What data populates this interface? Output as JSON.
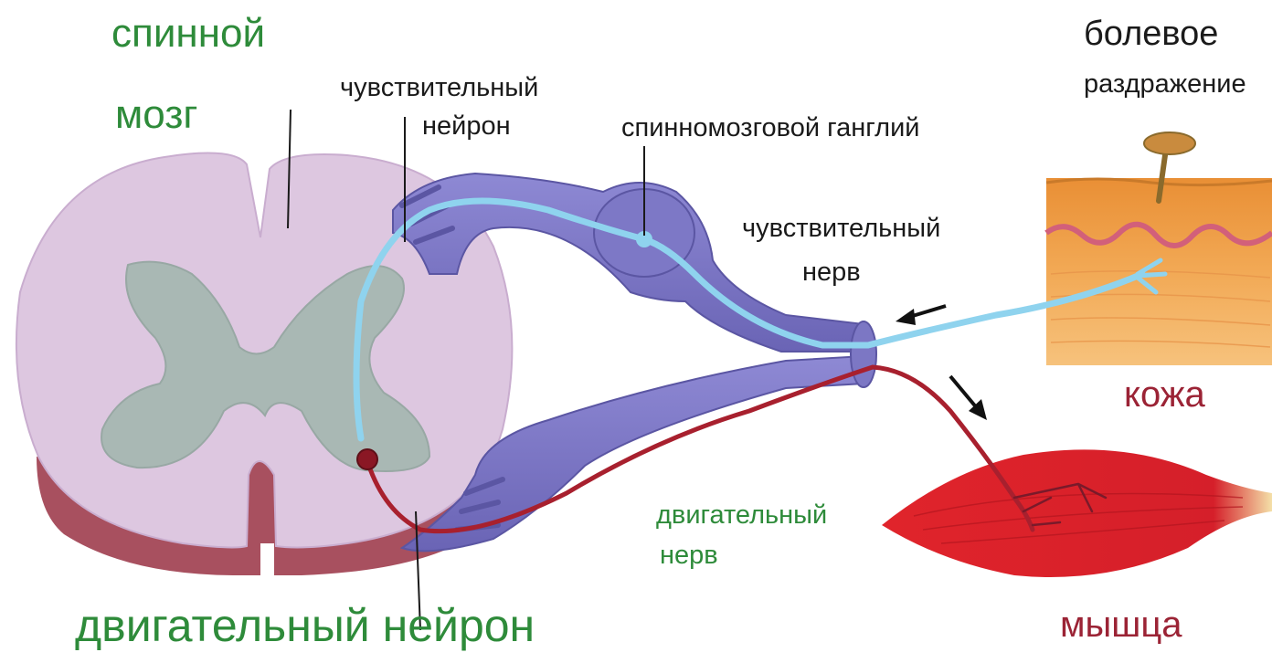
{
  "labels": {
    "spinal_cord_line1": "спинной",
    "spinal_cord_line2": "мозг",
    "sensory_neuron_line1": "чувствительный",
    "sensory_neuron_line2": "нейрон",
    "spinal_ganglion": "спинномозговой ганглий",
    "sensory_nerve_line1": "чувствительный",
    "sensory_nerve_line2": "нерв",
    "pain_stimulus_line1": "болевое",
    "pain_stimulus_line2": "раздражение",
    "skin": "кожа",
    "motor_nerve_line1": "двигательный",
    "motor_nerve_line2": "нерв",
    "motor_neuron": "двигательный нейрон",
    "muscle": "мышца"
  },
  "colors": {
    "white_matter": "#ddc7e0",
    "grey_matter": "#a9b8b4",
    "nerve_root": "#7c77c4",
    "sensory_fiber": "#8fd3ee",
    "motor_fiber": "#a8202e",
    "skin": "#f0a24a",
    "muscle": "#d8242c",
    "label_green": "#2e8b3a",
    "label_maroon": "#9b2335"
  }
}
